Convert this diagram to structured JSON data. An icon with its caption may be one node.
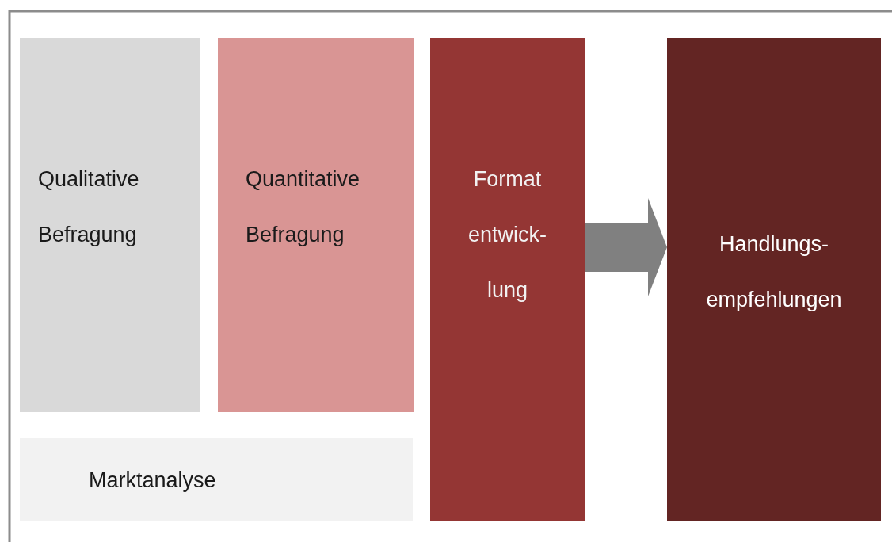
{
  "diagram": {
    "nodes": [
      {
        "text": [
          "Qualitative Befragung"
        ]
      },
      {
        "text": [
          "Quantitative Befragung"
        ]
      },
      {
        "text": [
          "Format entwick- lung"
        ]
      },
      {
        "text": [
          "Handlungs- empfehlungen"
        ]
      },
      {
        "text": [
          "Marktanalyse"
        ]
      }
    ],
    "edges": [
      {
        "from": 2,
        "to": 3,
        "arrow": "to"
      }
    ]
  }
}
